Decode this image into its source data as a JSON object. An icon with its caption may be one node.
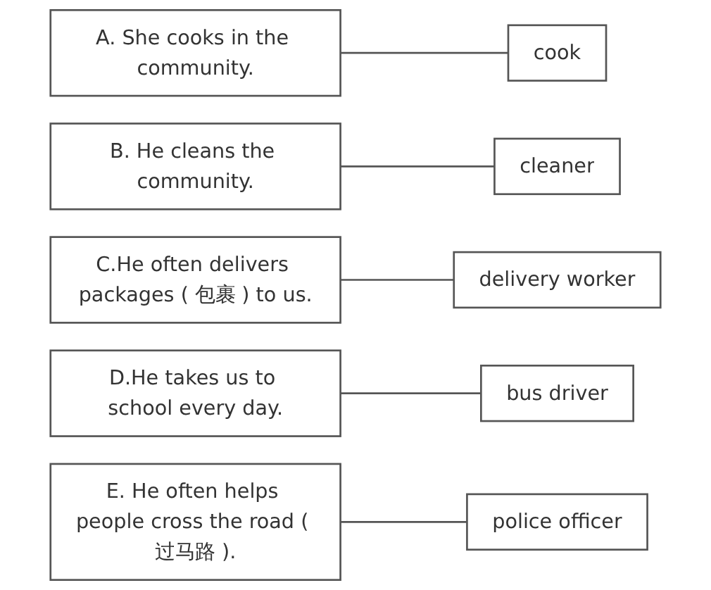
{
  "diagram": {
    "nodes": [
      {
        "text": [
          "A. She cooks in the community."
        ]
      },
      {
        "text": [
          "B. He cleans the community."
        ]
      },
      {
        "text": [
          "C.He often delivers packages ( 包裹 ) to us."
        ]
      },
      {
        "text": [
          "D.He takes us to school every day."
        ]
      },
      {
        "text": [
          "E. He often helps people cross the road ( 过马路 )."
        ]
      },
      {
        "text": [
          "delivery worker"
        ]
      },
      {
        "text": [
          "cook"
        ]
      },
      {
        "text": [
          "bus driver"
        ]
      },
      {
        "text": [
          "police officer"
        ]
      },
      {
        "text": [
          "cleaner"
        ]
      }
    ],
    "edges": [
      {
        "from": 0,
        "to": 6,
        "arrow": "none"
      },
      {
        "from": 1,
        "to": 9,
        "arrow": "none"
      },
      {
        "from": 2,
        "to": 5,
        "arrow": "none"
      },
      {
        "from": 3,
        "to": 7,
        "arrow": "none"
      },
      {
        "from": 4,
        "to": 8,
        "arrow": "none"
      }
    ]
  }
}
